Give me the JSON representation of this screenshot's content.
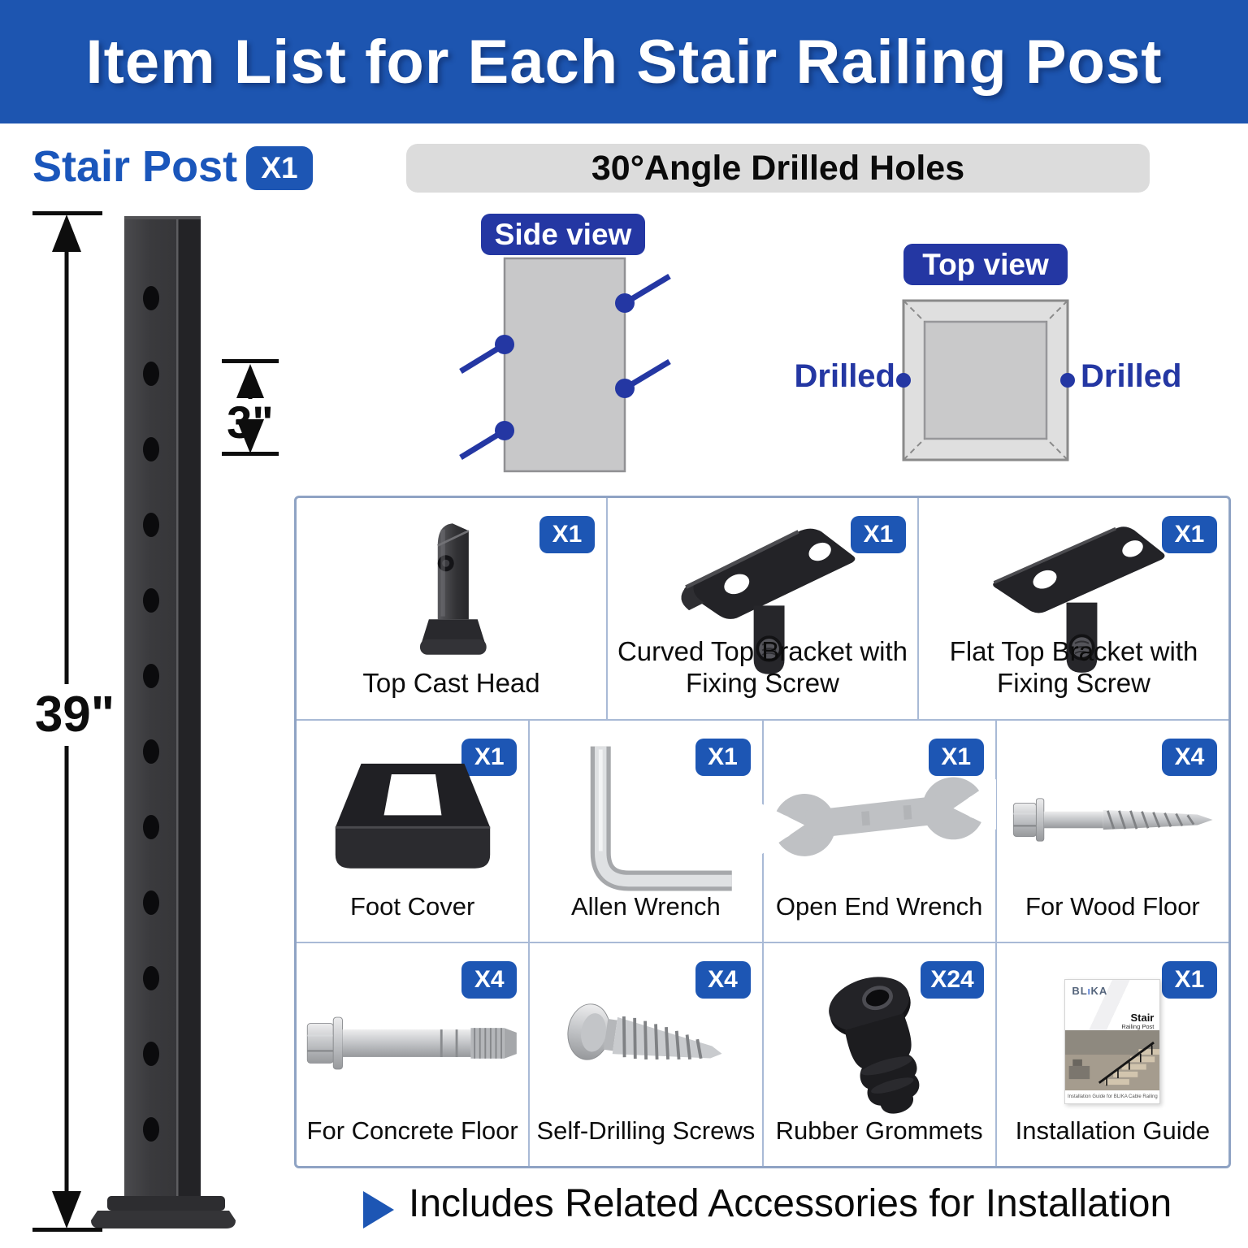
{
  "page": {
    "title": "Item List for Each Stair Railing Post"
  },
  "stair_post": {
    "label": "Stair Post",
    "qty": "X1",
    "height": "39\"",
    "hole_spacing": "3\""
  },
  "drilled": {
    "title": "30°Angle Drilled Holes",
    "side_view": "Side view",
    "top_view": "Top view",
    "drilled_left": "Drilled",
    "drilled_right": "Drilled"
  },
  "items": [
    {
      "name": "Top Cast Head",
      "qty": "X1"
    },
    {
      "name": "Curved Top Bracket with Fixing Screw",
      "qty": "X1"
    },
    {
      "name": "Flat Top Bracket with Fixing Screw",
      "qty": "X1"
    },
    {
      "name": "Foot Cover",
      "qty": "X1"
    },
    {
      "name": "Allen Wrench",
      "qty": "X1"
    },
    {
      "name": "Open End Wrench",
      "qty": "X1"
    },
    {
      "name": "For Wood Floor",
      "qty": "X4"
    },
    {
      "name": "For Concrete Floor",
      "qty": "X4"
    },
    {
      "name": "Self-Drilling Screws",
      "qty": "X4"
    },
    {
      "name": "Rubber Grommets",
      "qty": "X24"
    },
    {
      "name": "Installation Guide",
      "qty": "X1"
    }
  ],
  "booklet": {
    "brand_parts": [
      "BL",
      "I",
      "KA"
    ],
    "title": "Stair",
    "subtitle": "Railing Post",
    "caption": "Installation Guide for BLIKA Cable Railing"
  },
  "footer": {
    "note": "Includes Related Accessories for Installation"
  },
  "colors": {
    "primary_blue": "#1d56b4",
    "navy": "#2437a3",
    "banner_gray": "#dcdcdc",
    "grid_border": "#8fa3c4"
  }
}
